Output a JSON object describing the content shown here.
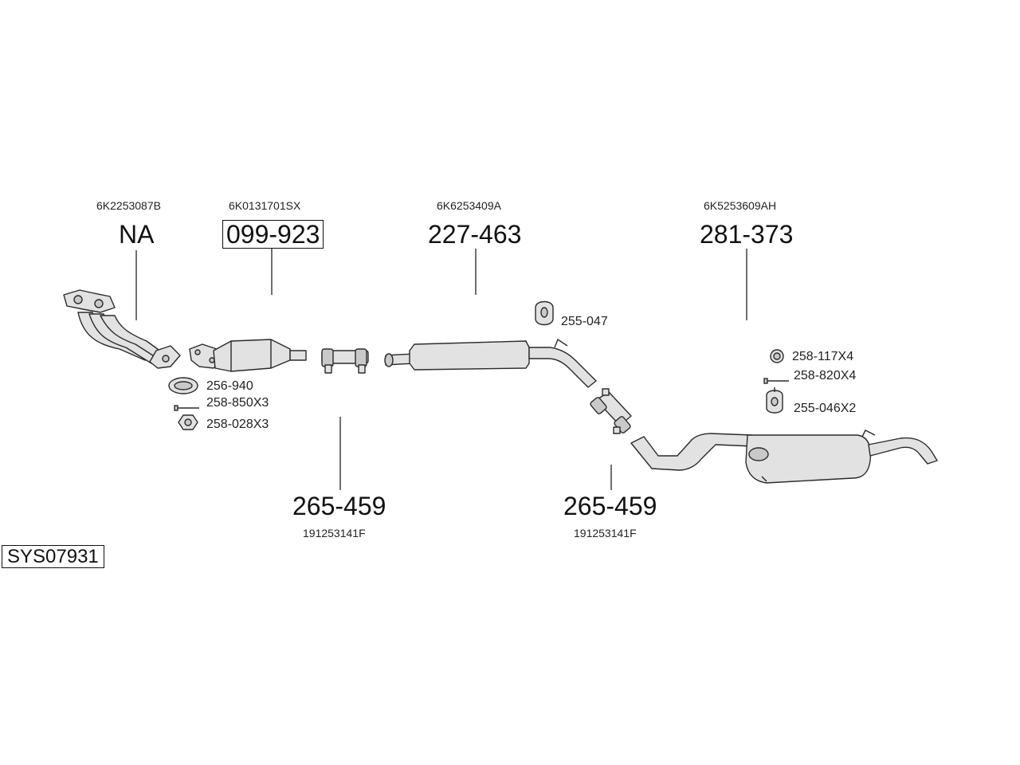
{
  "system_id": "SYS07931",
  "parts": {
    "manifold": {
      "oem": "6K2253087B",
      "number": "NA"
    },
    "catalyst": {
      "oem": "6K0131701SX",
      "number": "099-923"
    },
    "mid_pipe": {
      "oem": "6K6253409A",
      "number": "227-463"
    },
    "rear_box": {
      "oem": "6K5253609AH",
      "number": "281-373"
    },
    "clamp_1": {
      "oem": "191253141F",
      "number": "265-459"
    },
    "clamp_2": {
      "oem": "191253141F",
      "number": "265-459"
    }
  },
  "fittings": {
    "gasket": "256-940",
    "bolt": "258-850X3",
    "nut": "258-028X3",
    "hanger_mid": "255-047",
    "ring": "258-117X4",
    "bolt_rear": "258-820X4",
    "hanger_rear": "255-046X2"
  }
}
